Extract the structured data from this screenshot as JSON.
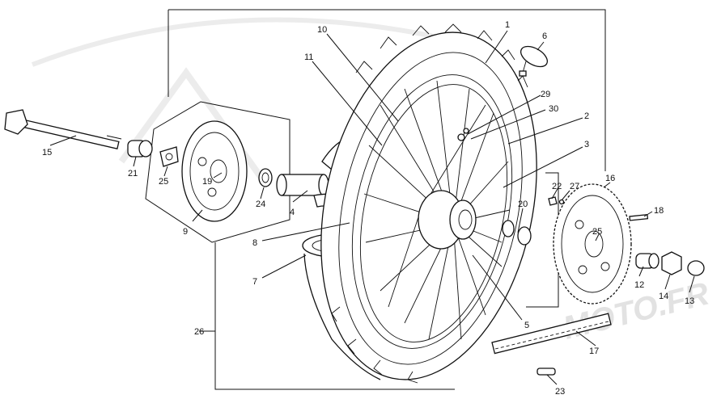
{
  "watermark": "MOTO.FR",
  "callouts": [
    {
      "id": "1",
      "text": "1"
    },
    {
      "id": "2",
      "text": "2"
    },
    {
      "id": "3",
      "text": "3"
    },
    {
      "id": "4",
      "text": "4"
    },
    {
      "id": "5",
      "text": "5"
    },
    {
      "id": "6",
      "text": "6"
    },
    {
      "id": "7",
      "text": "7"
    },
    {
      "id": "8",
      "text": "8"
    },
    {
      "id": "9",
      "text": "9"
    },
    {
      "id": "10",
      "text": "10"
    },
    {
      "id": "11",
      "text": "11"
    },
    {
      "id": "12",
      "text": "12"
    },
    {
      "id": "13",
      "text": "13"
    },
    {
      "id": "14",
      "text": "14"
    },
    {
      "id": "15",
      "text": "15"
    },
    {
      "id": "16",
      "text": "16"
    },
    {
      "id": "17",
      "text": "17"
    },
    {
      "id": "18",
      "text": "18"
    },
    {
      "id": "19",
      "text": "19"
    },
    {
      "id": "20",
      "text": "20"
    },
    {
      "id": "21",
      "text": "21"
    },
    {
      "id": "22",
      "text": "22"
    },
    {
      "id": "23",
      "text": "23"
    },
    {
      "id": "24",
      "text": "24"
    },
    {
      "id": "25a",
      "text": "25"
    },
    {
      "id": "25b",
      "text": "25"
    },
    {
      "id": "26",
      "text": "26"
    },
    {
      "id": "27",
      "text": "27"
    },
    {
      "id": "29",
      "text": "29"
    },
    {
      "id": "30",
      "text": "30"
    }
  ]
}
